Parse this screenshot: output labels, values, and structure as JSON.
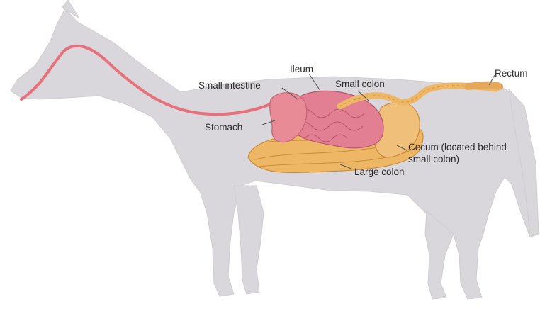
{
  "labels": {
    "ileum": "Ileum",
    "small_intestine": "Small intestine",
    "small_colon": "Small colon",
    "rectum": "Rectum",
    "stomach": "Stomach",
    "cecum": "Cecum (located behind small colon)",
    "large_colon": "Large colon"
  },
  "colors": {
    "body": "#d9d7dc",
    "esophagus": "#e8707a",
    "stomach": "#e98a97",
    "small_intestine": "#e27f92",
    "colon": "#edb765",
    "colon_outline": "#c98c3d",
    "leader_line": "#555555"
  }
}
